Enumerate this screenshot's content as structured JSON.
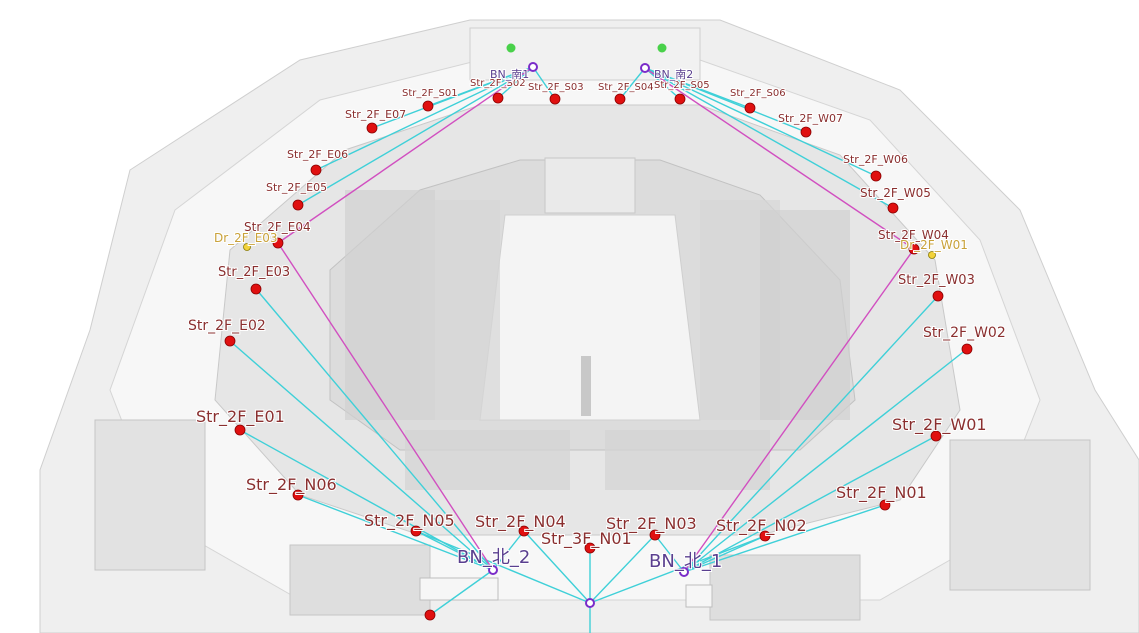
{
  "colors": {
    "background": "#ffffff",
    "structure": "#e9e9e9",
    "structure_dark": "#c8c8c8",
    "link_cyan": "#3fd0d8",
    "link_magenta": "#d14fc0",
    "marker_red": "#e01010",
    "label_red": "#8a2f2f",
    "label_purple": "#5a3f8f",
    "label_gold": "#c9a23a",
    "node_purple": "#7a2cc9",
    "node_green": "#49d14a"
  },
  "labels": {
    "str_2f_s01": "Str_2F_S01",
    "str_2f_s02": "Str_2F_S02",
    "str_2f_s03": "Str_2F_S03",
    "str_2f_s04": "Str_2F_S04",
    "str_2f_s05": "Str_2F_S05",
    "str_2f_s06": "Str_2F_S06",
    "bn_minami_1": "BN_南1",
    "bn_minami_2": "BN_南2",
    "str_2f_e07": "Str_2F_E07",
    "str_2f_e06": "Str_2F_E06",
    "str_2f_e05": "Str_2F_E05",
    "str_2f_e04": "Str_2F_E04",
    "dr_2f_e03": "Dr_2F_E03",
    "str_2f_e03": "Str_2F_E03",
    "str_2f_e02": "Str_2F_E02",
    "str_2f_e01": "Str_2F_E01",
    "str_2f_w07": "Str_2F_W07",
    "str_2f_w06": "Str_2F_W06",
    "str_2f_w05": "Str_2F_W05",
    "str_2f_w04": "Str_2F_W04",
    "dr_2f_w01": "Dr_2F_W01",
    "str_2f_w03": "Str_2F_W03",
    "str_2f_w02": "Str_2F_W02",
    "str_2f_w01": "Str_2F_W01",
    "str_2f_n06": "Str_2F_N06",
    "str_2f_n05": "Str_2F_N05",
    "str_2f_n04": "Str_2F_N04",
    "str_3f_n01": "Str_3F_N01",
    "str_2f_n03": "Str_2F_N03",
    "str_2f_n02": "Str_2F_N02",
    "str_2f_n01": "Str_2F_N01",
    "bn_kita_2": "BN_北_2",
    "bn_kita_1": "BN_北_1"
  }
}
